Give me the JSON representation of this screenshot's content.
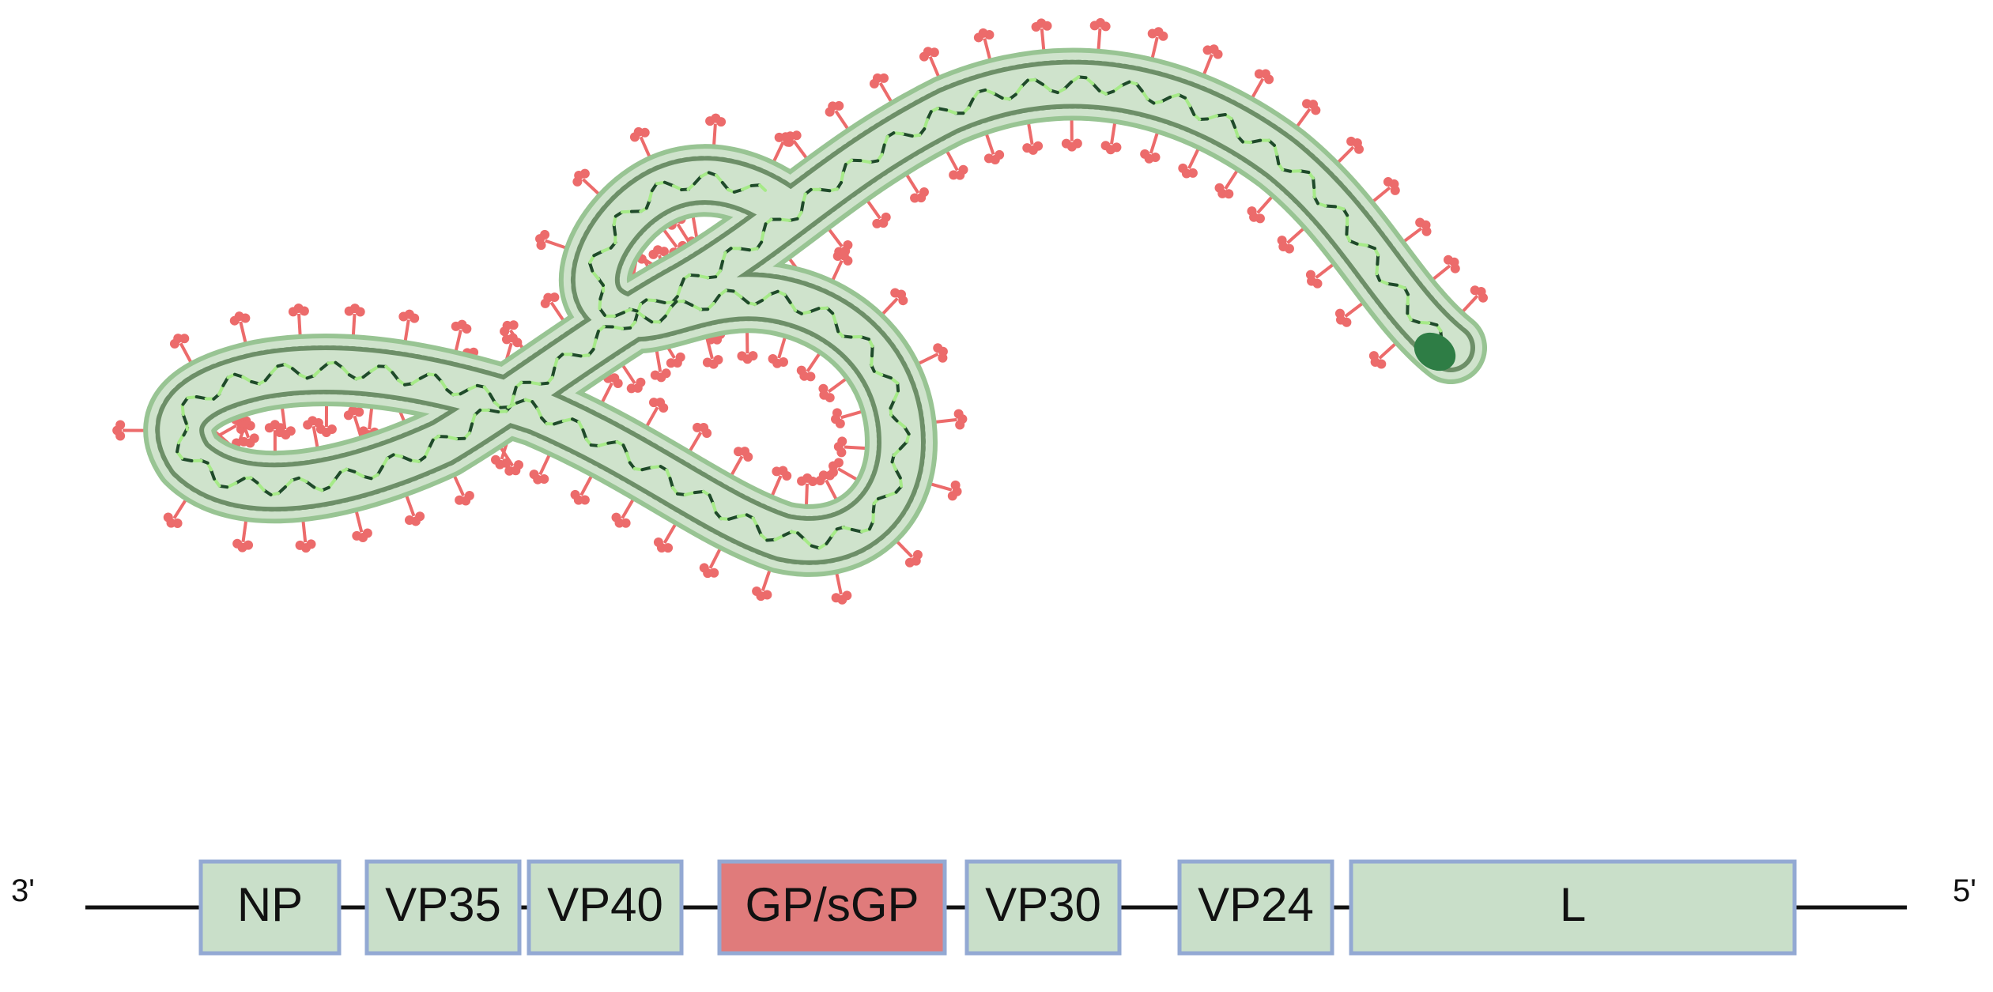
{
  "diagram": {
    "genome": {
      "three_prime": "3'",
      "five_prime": "5'",
      "genes": [
        {
          "label": "NP",
          "highlighted": false
        },
        {
          "label": "VP35",
          "highlighted": false
        },
        {
          "label": "VP40",
          "highlighted": false
        },
        {
          "label": "GP/sGP",
          "highlighted": true
        },
        {
          "label": "VP30",
          "highlighted": false
        },
        {
          "label": "VP24",
          "highlighted": false
        },
        {
          "label": "L",
          "highlighted": false
        }
      ]
    },
    "colors": {
      "gene_fill": "#c9dfc9",
      "gene_border": "#93a9d3",
      "highlight_fill": "#e07b7b",
      "envelope": "#98c493",
      "envelope_fill": "#cfe3cc",
      "glycoprotein": "#ec6b6b",
      "nucleocapsid": "#1f4a2a",
      "nucleocapsid_alt": "#a6ea88",
      "matrix_bead": "#6d8f68",
      "polymerase": "#2e7d45",
      "backbone": "#111111"
    }
  }
}
